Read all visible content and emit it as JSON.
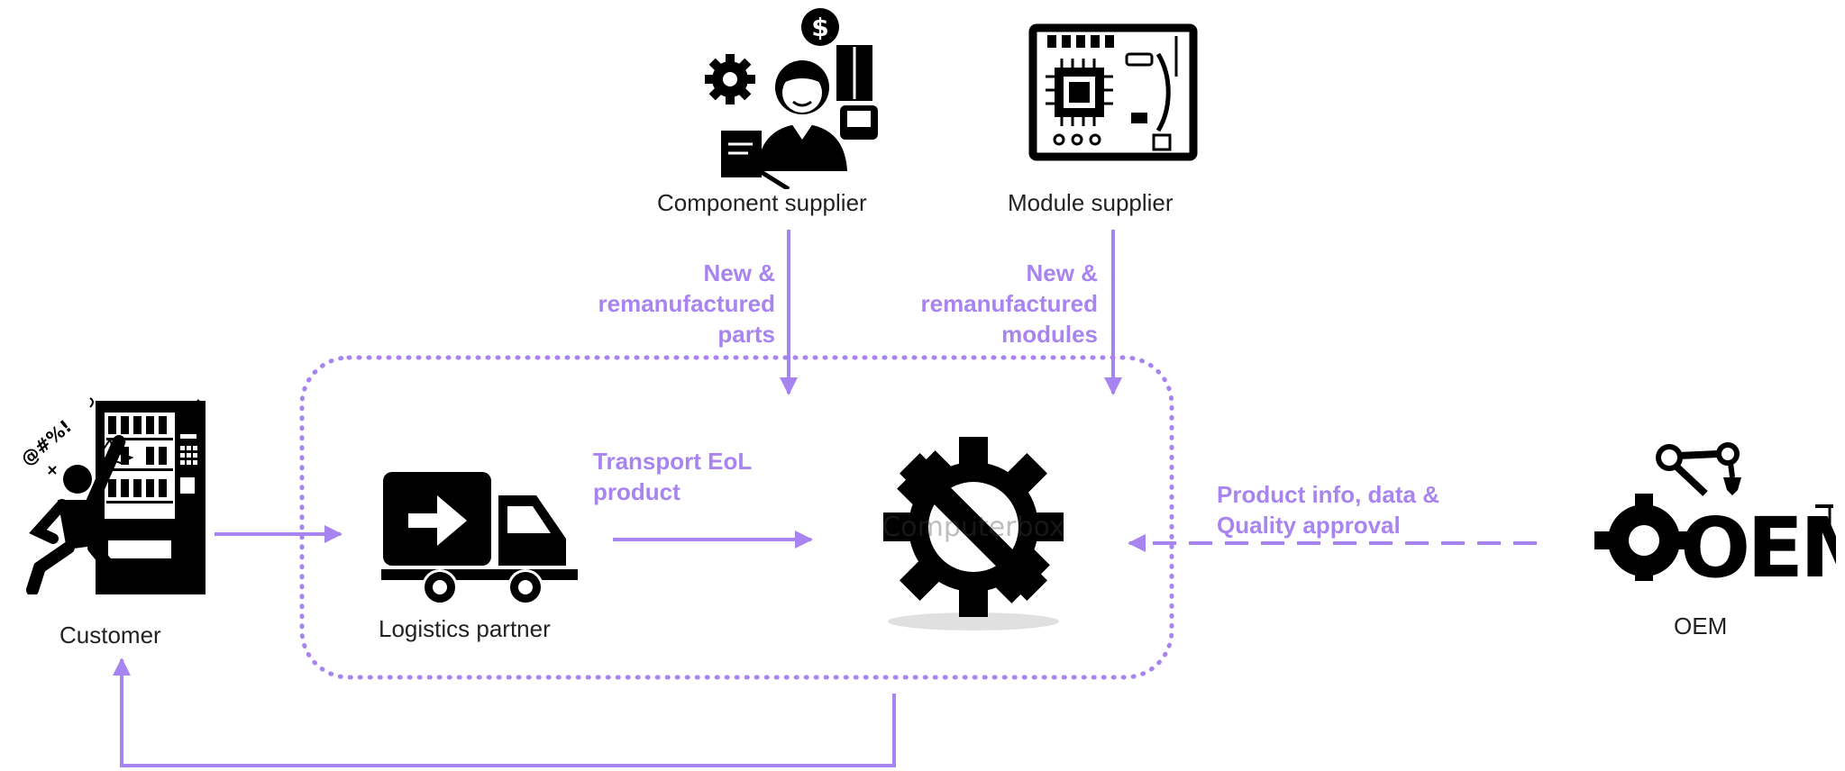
{
  "nodes": {
    "component_supplier": "Component supplier",
    "module_supplier": "Module supplier",
    "customer": "Customer",
    "logistics_partner": "Logistics partner",
    "oem": "OEM",
    "oem_logo_text": "OEM",
    "customer_curse_text": "@#%!",
    "watermark": "Computerbox"
  },
  "flows": {
    "parts": [
      "New &",
      "remanufactured",
      "parts"
    ],
    "modules": [
      "New &",
      "remanufactured",
      "modules"
    ],
    "transport": [
      "Transport EoL",
      "product"
    ],
    "oem_info": [
      "Product info, data &",
      "Quality approval"
    ]
  },
  "colors": {
    "accent": "#a884f0",
    "icon": "#000000",
    "text": "#222222"
  }
}
